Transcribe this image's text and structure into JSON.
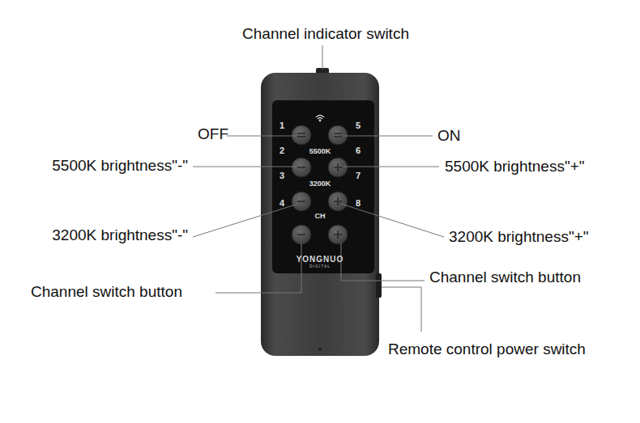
{
  "diagram": {
    "labels": [
      "Channel indicator switch",
      "OFF",
      "ON",
      "5500K brightness\"-\"",
      "5500K brightness\"+\"",
      "3200K brightness\"-\"",
      "3200K brightness\"+\"",
      "Channel switch button",
      "Channel switch button",
      "Remote control power switch",
      "1",
      "2",
      "3",
      "4",
      "5",
      "6",
      "7",
      "8",
      "5500K",
      "3200K",
      "CH",
      "YONGNUO",
      "DIGITAL"
    ]
  }
}
